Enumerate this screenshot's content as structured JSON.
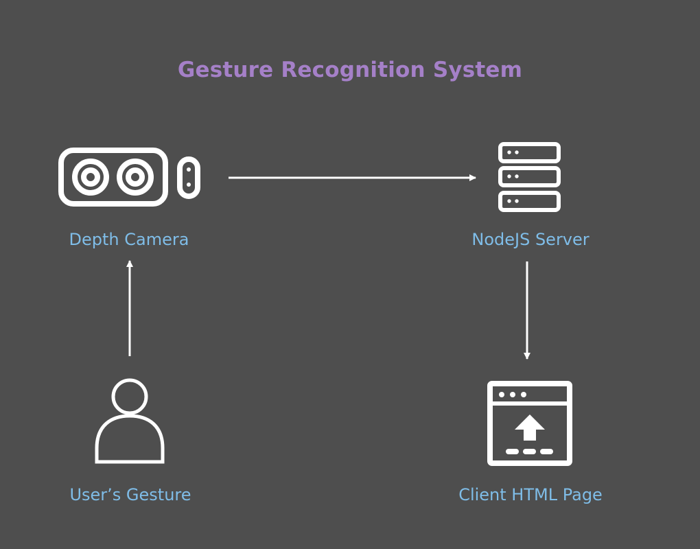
{
  "title": "Gesture Recognition System",
  "nodes": {
    "camera": {
      "label": "Depth Camera",
      "icon": "depth-camera-icon"
    },
    "server": {
      "label": "NodeJS Server",
      "icon": "server-icon"
    },
    "user": {
      "label": "User’s Gesture",
      "icon": "user-icon"
    },
    "client": {
      "label": "Client HTML Page",
      "icon": "browser-upload-icon"
    }
  },
  "edges": [
    {
      "from": "user",
      "to": "camera"
    },
    {
      "from": "camera",
      "to": "server"
    },
    {
      "from": "server",
      "to": "client"
    }
  ],
  "colors": {
    "background": "#4e4e4e",
    "title": "#a580c8",
    "label": "#7fbde8",
    "icon": "#ffffff",
    "arrow": "#ffffff"
  }
}
